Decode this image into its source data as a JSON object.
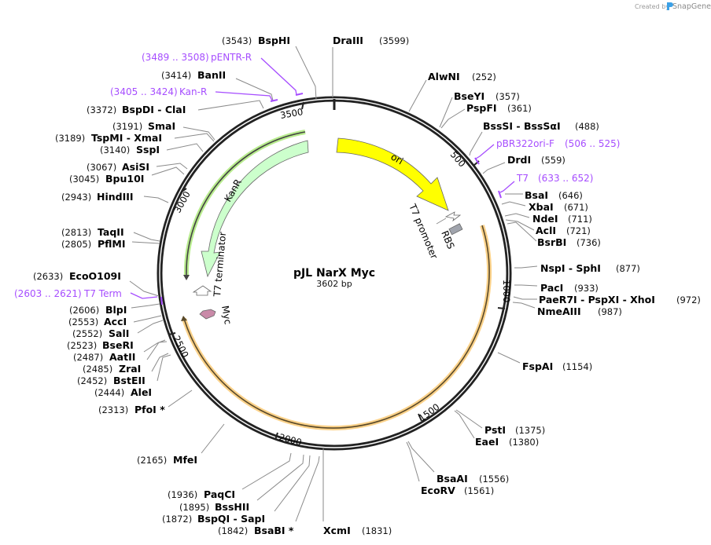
{
  "credit": {
    "prefix": "Created by",
    "brand": "SnapGene",
    "brand_color": "#3ba0e6"
  },
  "plasmid": {
    "name": "pJL NarX Myc",
    "length_label": "3602 bp",
    "length": 3602
  },
  "ticks": [
    {
      "pos": 500,
      "label": "500"
    },
    {
      "pos": 1000,
      "label": "1000"
    },
    {
      "pos": 1500,
      "label": "1500"
    },
    {
      "pos": 2000,
      "label": "2000"
    },
    {
      "pos": 2500,
      "label": "2500"
    },
    {
      "pos": 3000,
      "label": "3000"
    },
    {
      "pos": 3500,
      "label": "3500"
    }
  ],
  "features": [
    {
      "name": "ori",
      "label": "ori",
      "color": "#ffff00",
      "start": 3590,
      "end": 530,
      "direction": "forward"
    },
    {
      "name": "KanR",
      "label": "KanR",
      "color": "#ccffcc",
      "start": 2620,
      "end": 3420,
      "direction": "reverse"
    },
    {
      "name": "T7 promoter",
      "label": "T7 promoter",
      "color": "#ffffff"
    },
    {
      "name": "RBS",
      "label": "RBS",
      "color": "#a0a4ad"
    },
    {
      "name": "T7 terminator",
      "label": "T7 terminator",
      "color": "#ffffff"
    },
    {
      "name": "Myc",
      "label": "Myc",
      "color": "#c98aa8"
    },
    {
      "name": "NarX-orf",
      "label": "",
      "color": "#f5c26b",
      "start": 780,
      "end": 2540,
      "direction": "reverse"
    }
  ],
  "sites_right": [
    {
      "name": "DraIII",
      "pos": "(3599)"
    },
    {
      "name": "AlwNI",
      "pos": "(252)"
    },
    {
      "name": "BseYI",
      "pos": "(357)"
    },
    {
      "name": "PspFI",
      "pos": "(361)"
    },
    {
      "name": "BssSI  -  BssSαI",
      "pos": "(488)"
    },
    {
      "name": "DrdI",
      "pos": "(559)"
    },
    {
      "name": "BsaI",
      "pos": "(646)"
    },
    {
      "name": "XbaI",
      "pos": "(671)"
    },
    {
      "name": "NdeI",
      "pos": "(711)"
    },
    {
      "name": "AclI",
      "pos": "(721)"
    },
    {
      "name": "BsrBI",
      "pos": "(736)"
    },
    {
      "name": "NspI  -  SphI",
      "pos": "(877)"
    },
    {
      "name": "PacI",
      "pos": "(933)"
    },
    {
      "name": "PaeR7I  -  PspXI  -  XhoI",
      "pos": "(972)"
    },
    {
      "name": "NmeAIII",
      "pos": "(987)"
    },
    {
      "name": "FspAI",
      "pos": "(1154)"
    },
    {
      "name": "PstI",
      "pos": "(1375)"
    },
    {
      "name": "EaeI",
      "pos": "(1380)"
    },
    {
      "name": "BsaAI",
      "pos": "(1556)"
    },
    {
      "name": "EcoRV",
      "pos": "(1561)"
    },
    {
      "name": "XcmI",
      "pos": "(1831)"
    }
  ],
  "sites_left": [
    {
      "name": "BspHI",
      "pos": "(3543)"
    },
    {
      "name": "BanII",
      "pos": "(3414)"
    },
    {
      "name": "BspDI  -  ClaI",
      "pos": "(3372)"
    },
    {
      "name": "SmaI",
      "pos": "(3191)"
    },
    {
      "name": "TspMI  -  XmaI",
      "pos": "(3189)"
    },
    {
      "name": "SspI",
      "pos": "(3140)"
    },
    {
      "name": "AsiSI",
      "pos": "(3067)"
    },
    {
      "name": "Bpu10I",
      "pos": "(3045)"
    },
    {
      "name": "HindIII",
      "pos": "(2943)"
    },
    {
      "name": "TaqII",
      "pos": "(2813)"
    },
    {
      "name": "PflMI",
      "pos": "(2805)"
    },
    {
      "name": "EcoO109I",
      "pos": "(2633)"
    },
    {
      "name": "BlpI",
      "pos": "(2606)"
    },
    {
      "name": "AccI",
      "pos": "(2553)"
    },
    {
      "name": "SalI",
      "pos": "(2552)"
    },
    {
      "name": "BseRI",
      "pos": "(2523)"
    },
    {
      "name": "AatII",
      "pos": "(2487)"
    },
    {
      "name": "ZraI",
      "pos": "(2485)"
    },
    {
      "name": "BstEII",
      "pos": "(2452)"
    },
    {
      "name": "AleI",
      "pos": "(2444)"
    },
    {
      "name": "PfoI *",
      "pos": "(2313)"
    },
    {
      "name": "MfeI",
      "pos": "(2165)"
    },
    {
      "name": "PaqCI",
      "pos": "(1936)"
    },
    {
      "name": "BssHII",
      "pos": "(1895)"
    },
    {
      "name": "BspQI  -  SapI",
      "pos": "(1872)"
    },
    {
      "name": "BsaBI *",
      "pos": "(1842)"
    }
  ],
  "primers": [
    {
      "name": "pENTR-R",
      "range": "(3489 .. 3508)"
    },
    {
      "name": "Kan-R",
      "range": "(3405 .. 3424)"
    },
    {
      "name": "pBR322ori-F",
      "range": "(506 .. 525)"
    },
    {
      "name": "T7",
      "range": "(633 .. 652)"
    },
    {
      "name": "T7 Term",
      "range": "(2603 .. 2621)"
    }
  ],
  "colors": {
    "primer": "#a64dff",
    "backbone": "#222222",
    "leader": "#8a8a8a"
  }
}
